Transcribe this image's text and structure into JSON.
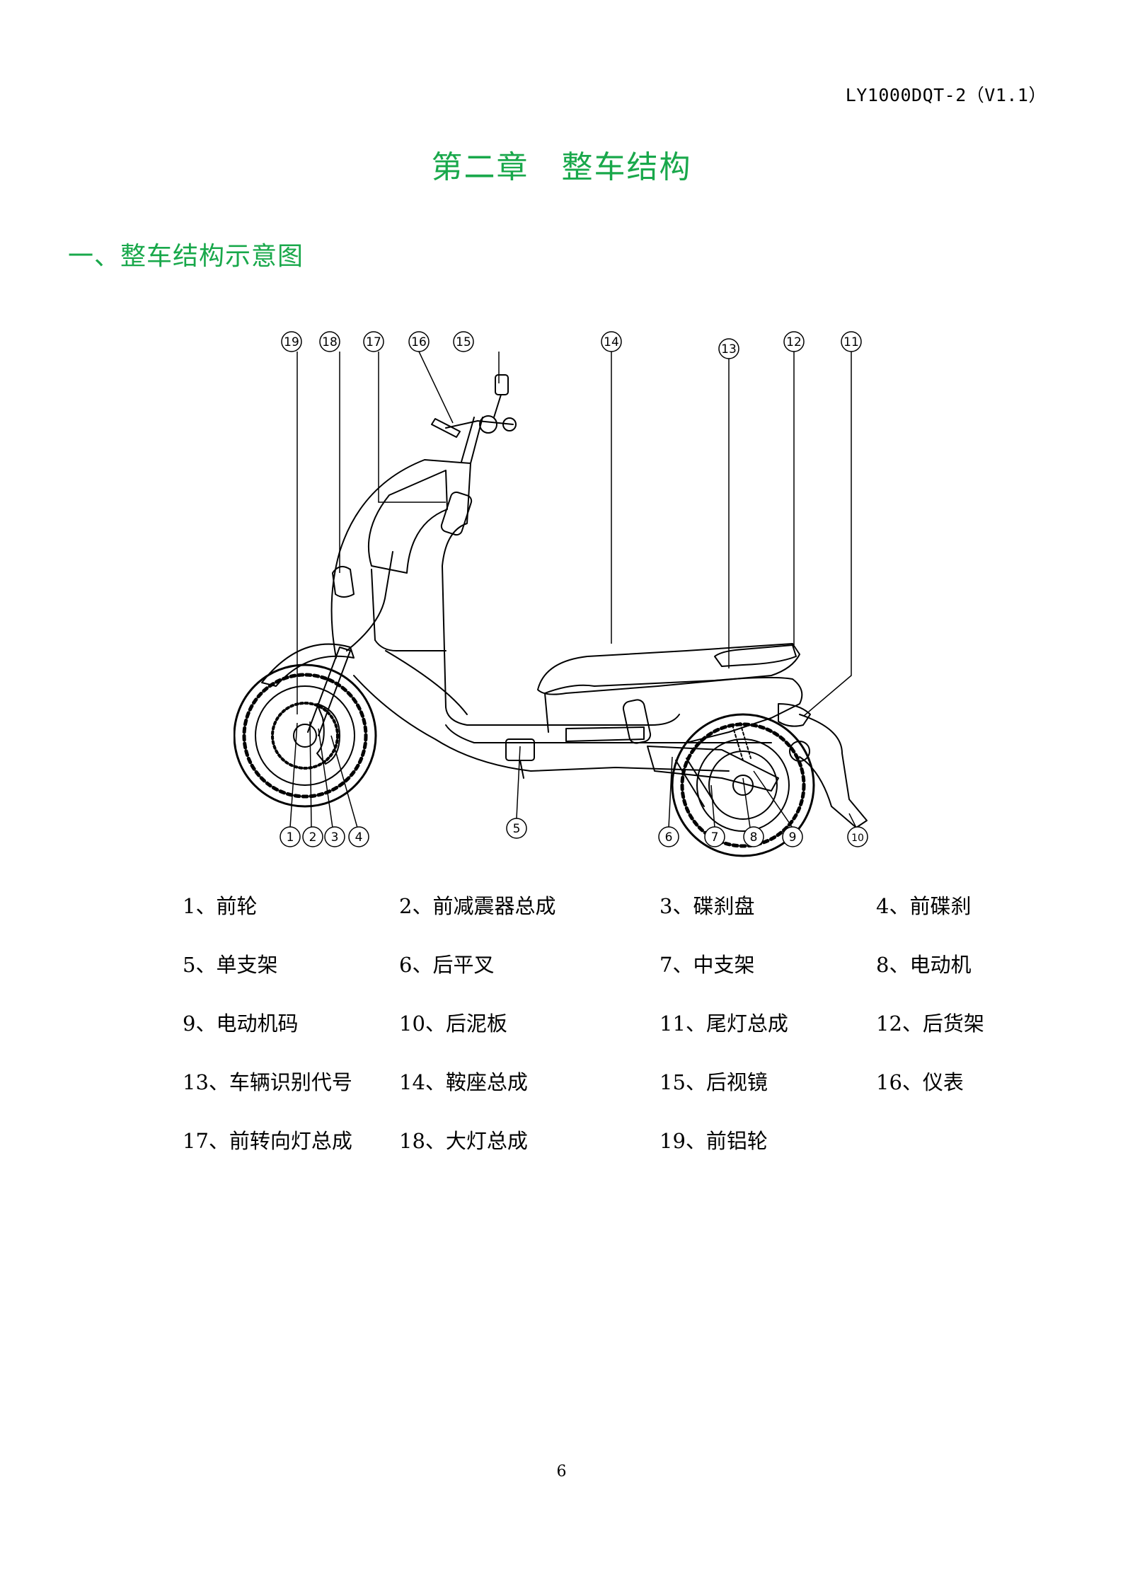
{
  "header": {
    "doc_code": "LY1000DQT-2（V1.1）"
  },
  "chapter": {
    "title": "第二章　整车结构"
  },
  "section": {
    "title": "一、整车结构示意图"
  },
  "diagram": {
    "callouts": [
      "1",
      "2",
      "3",
      "4",
      "5",
      "6",
      "7",
      "8",
      "9",
      "10",
      "11",
      "12",
      "13",
      "14",
      "15",
      "16",
      "17",
      "18",
      "19"
    ]
  },
  "parts": [
    "1、前轮",
    "2、前减震器总成",
    "3、碟刹盘",
    "4、前碟刹",
    "5、单支架",
    "6、后平叉",
    "7、中支架",
    "8、电动机",
    "9、电动机码",
    "10、后泥板",
    "11、尾灯总成",
    "12、后货架",
    "13、车辆识别代号",
    "14、鞍座总成",
    "15、后视镜",
    "16、仪表",
    "17、前转向灯总成",
    "18、大灯总成",
    "19、前铝轮"
  ],
  "footer": {
    "page_number": "6"
  }
}
